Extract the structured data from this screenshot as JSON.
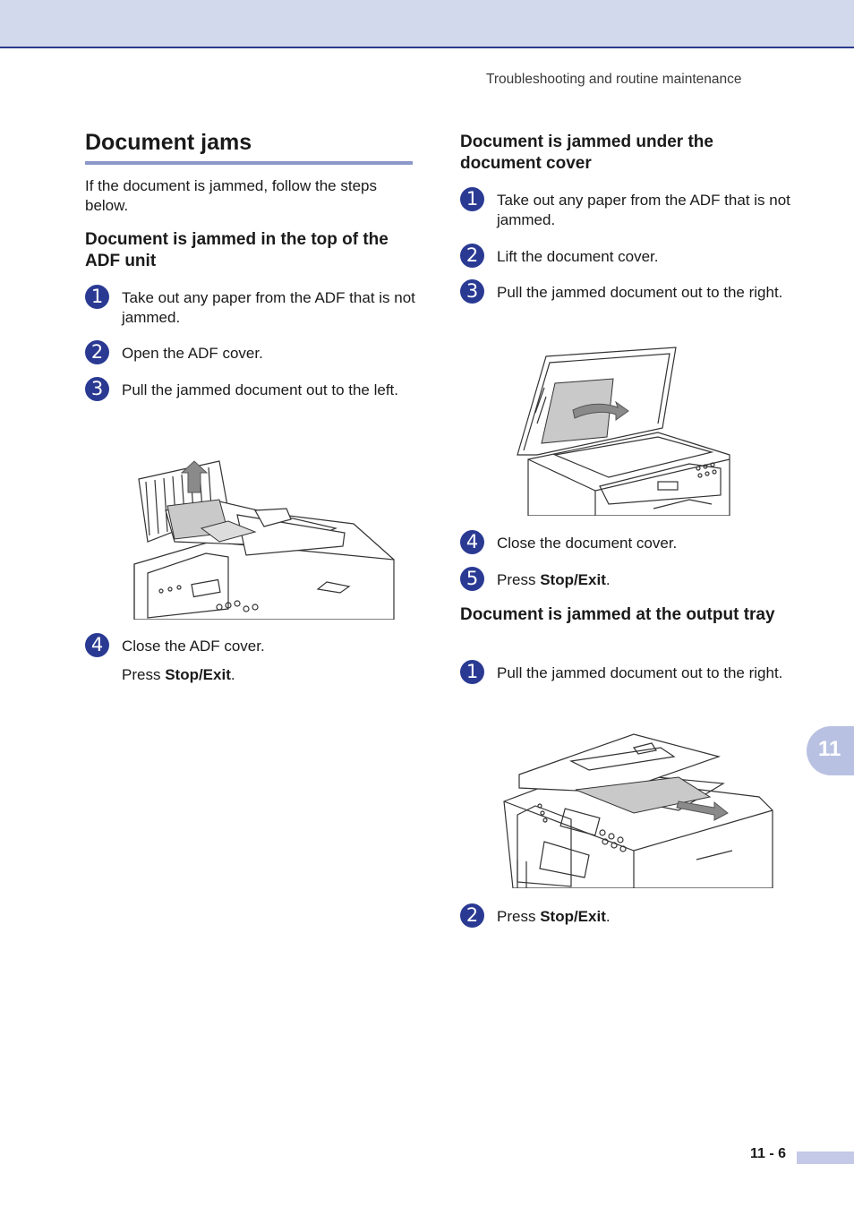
{
  "header": {
    "running_title": "Troubleshooting and routine maintenance"
  },
  "left": {
    "title": "Document jams",
    "intro": "If the document is jammed, follow the steps below.",
    "section1": {
      "heading": "Document is jammed in the top of the ADF unit",
      "steps": [
        {
          "num": "1",
          "text": "Take out any paper from the ADF that is not jammed."
        },
        {
          "num": "2",
          "text": "Open the ADF cover."
        },
        {
          "num": "3",
          "text": "Pull the jammed document out to the left."
        },
        {
          "num": "4",
          "text": "Close the ADF cover."
        }
      ],
      "press_prefix": "Press ",
      "press_key": "Stop/Exit",
      "press_suffix": "."
    }
  },
  "right": {
    "section2": {
      "heading": "Document is jammed under the document cover",
      "steps": [
        {
          "num": "1",
          "text": "Take out any paper from the ADF that is not jammed."
        },
        {
          "num": "2",
          "text": "Lift the document cover."
        },
        {
          "num": "3",
          "text": "Pull the jammed document out to the right."
        },
        {
          "num": "4",
          "text": "Close the document cover."
        },
        {
          "num": "5",
          "prefix": "Press ",
          "key": "Stop/Exit",
          "suffix": "."
        }
      ]
    },
    "section3": {
      "heading": "Document is jammed at the output tray",
      "steps": [
        {
          "num": "1",
          "text": "Pull the jammed document out to the right."
        },
        {
          "num": "2",
          "prefix": "Press ",
          "key": "Stop/Exit",
          "suffix": "."
        }
      ]
    }
  },
  "chapter_tab": "11",
  "footer": {
    "page_number": "11 - 6"
  },
  "colors": {
    "accent": "#2a3a93",
    "band": "#d3d9ec",
    "tab": "#b9c1e2"
  }
}
